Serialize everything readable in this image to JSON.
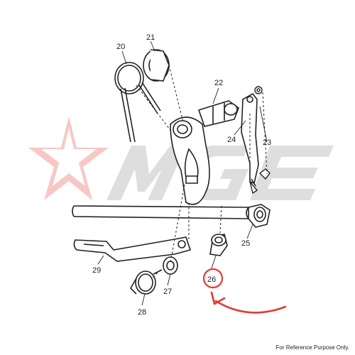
{
  "watermark": {
    "text": "MGE",
    "star_color": "#e53935",
    "letter_color": "#9e9e9e"
  },
  "parts": [
    {
      "number": "20"
    },
    {
      "number": "21"
    },
    {
      "number": "22"
    },
    {
      "number": "23"
    },
    {
      "number": "24"
    },
    {
      "number": "25"
    },
    {
      "number": "26",
      "highlighted": true
    },
    {
      "number": "27"
    },
    {
      "number": "28"
    },
    {
      "number": "29"
    }
  ],
  "highlight_color": "#e53935",
  "footer": {
    "note": "For Reference Purpose Only."
  }
}
